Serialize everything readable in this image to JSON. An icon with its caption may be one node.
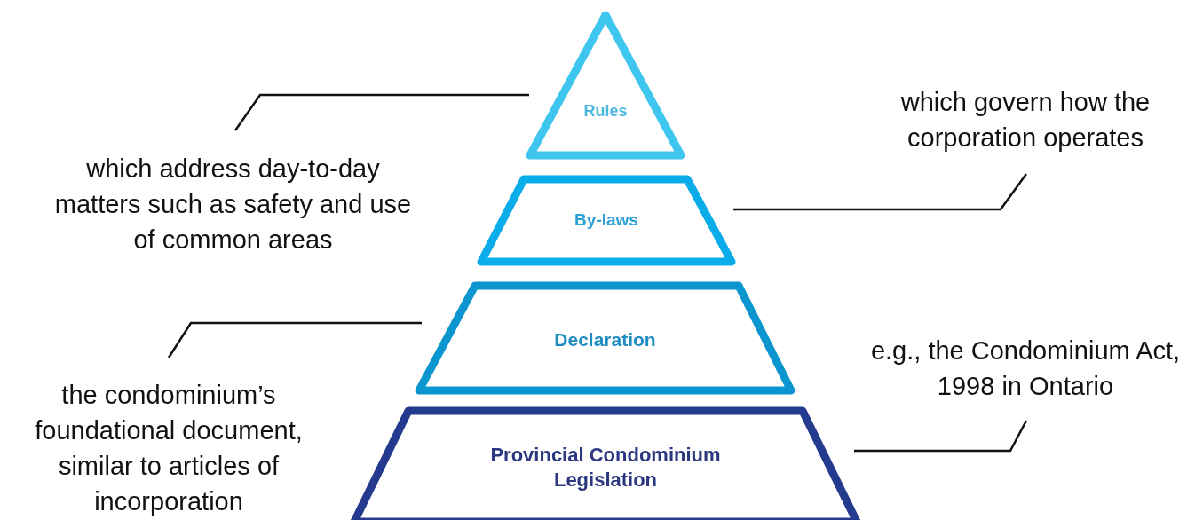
{
  "diagram": {
    "nodes": [
      {
        "text": [
          "Rules"
        ]
      },
      {
        "text": [
          "By-laws"
        ]
      },
      {
        "text": [
          "Declaration"
        ]
      },
      {
        "text": [
          "Provincial Condominium Legislation"
        ]
      },
      {
        "text": [
          "which address day-to-day matters such as safety and use of common areas"
        ]
      },
      {
        "text": [
          "which govern how the corporation operates"
        ]
      },
      {
        "text": [
          "the condominium’s foundational document, similar to articles of incorporation"
        ]
      },
      {
        "text": [
          "e.g., the Condominium Act, 1998 in Ontario"
        ]
      }
    ],
    "edges": [
      {
        "from": 4,
        "to": 0,
        "arrow": "none"
      },
      {
        "from": 5,
        "to": 1,
        "arrow": "none"
      },
      {
        "from": 6,
        "to": 2,
        "arrow": "none"
      },
      {
        "from": 7,
        "to": 3,
        "arrow": "none"
      }
    ]
  }
}
